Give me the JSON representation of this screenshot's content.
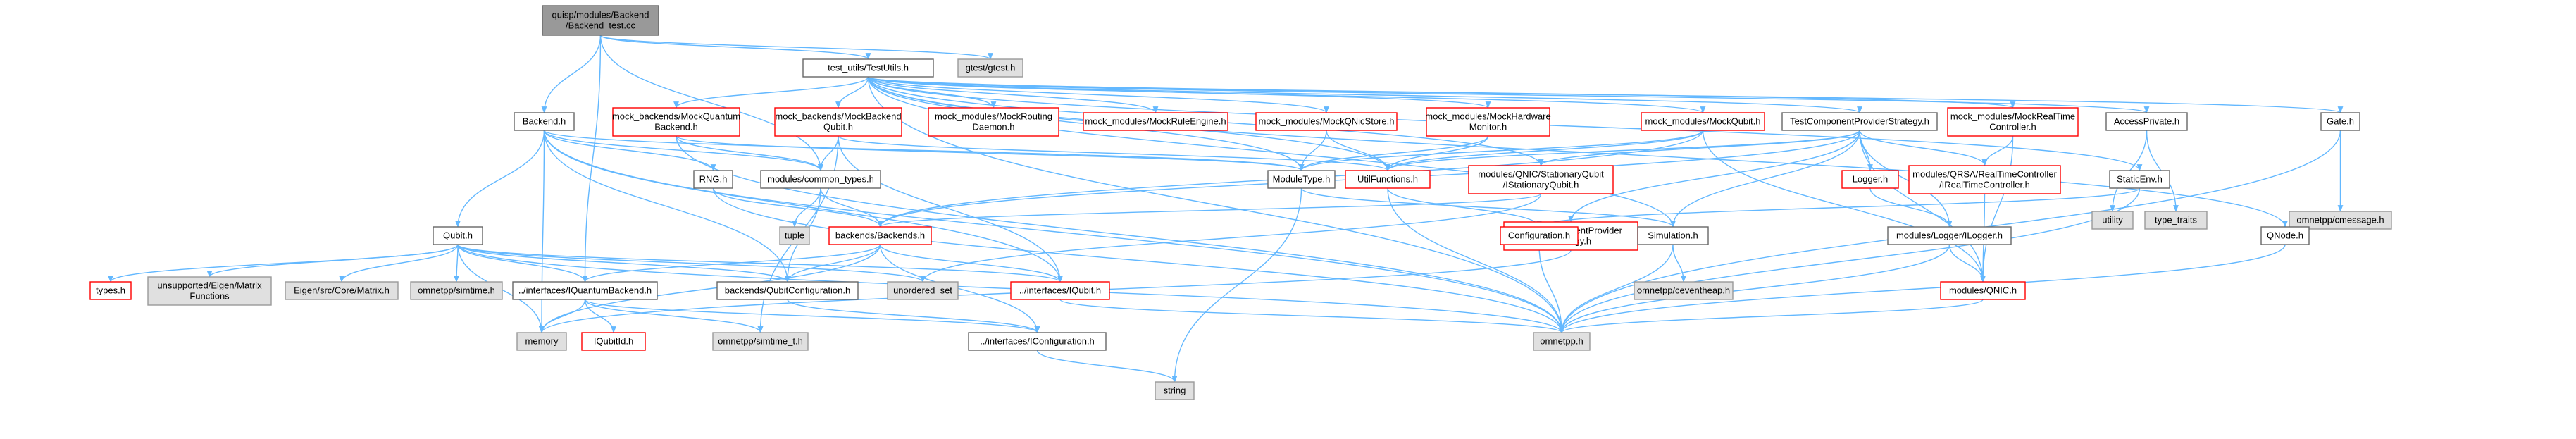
{
  "colors": {
    "edge": "#63b8ff",
    "root_fill": "#999999",
    "normal_fill": "#ffffff",
    "normal_border": "#666666",
    "truncated_border": "#ff0000",
    "external_fill": "#e0e0e0",
    "external_border": "#999999",
    "text": "#000000"
  },
  "nodes": [
    {
      "id": "root",
      "lines": [
        "quisp/modules/Backend",
        "/Backend_test.cc"
      ],
      "style": "root"
    },
    {
      "id": "testutils",
      "lines": [
        "test_utils/TestUtils.h"
      ],
      "style": "normal"
    },
    {
      "id": "gtest",
      "lines": [
        "gtest/gtest.h"
      ],
      "style": "external"
    },
    {
      "id": "backend",
      "lines": [
        "Backend.h"
      ],
      "style": "normal"
    },
    {
      "id": "mbmq",
      "lines": [
        "mock_backends/MockQuantum",
        "Backend.h"
      ],
      "style": "truncated"
    },
    {
      "id": "mbmbq",
      "lines": [
        "mock_backends/MockBackend",
        "Qubit.h"
      ],
      "style": "truncated"
    },
    {
      "id": "mmrd",
      "lines": [
        "mock_modules/MockRouting",
        "Daemon.h"
      ],
      "style": "truncated"
    },
    {
      "id": "mmre",
      "lines": [
        "mock_modules/MockRuleEngine.h"
      ],
      "style": "truncated"
    },
    {
      "id": "mmqns",
      "lines": [
        "mock_modules/MockQNicStore.h"
      ],
      "style": "truncated"
    },
    {
      "id": "mmhm",
      "lines": [
        "mock_modules/MockHardware",
        "Monitor.h"
      ],
      "style": "truncated"
    },
    {
      "id": "mmq",
      "lines": [
        "mock_modules/MockQubit.h"
      ],
      "style": "truncated"
    },
    {
      "id": "tcps",
      "lines": [
        "TestComponentProviderStrategy.h"
      ],
      "style": "normal"
    },
    {
      "id": "mmrtc",
      "lines": [
        "mock_modules/MockRealTime",
        "Controller.h"
      ],
      "style": "truncated"
    },
    {
      "id": "accessprivate",
      "lines": [
        "AccessPrivate.h"
      ],
      "style": "normal"
    },
    {
      "id": "gate",
      "lines": [
        "Gate.h"
      ],
      "style": "normal"
    },
    {
      "id": "rng",
      "lines": [
        "RNG.h"
      ],
      "style": "normal"
    },
    {
      "id": "commontypes",
      "lines": [
        "modules/common_types.h"
      ],
      "style": "normal"
    },
    {
      "id": "moduletype",
      "lines": [
        "ModuleType.h"
      ],
      "style": "normal"
    },
    {
      "id": "utilfunctions",
      "lines": [
        "UtilFunctions.h"
      ],
      "style": "truncated"
    },
    {
      "id": "stationary",
      "lines": [
        "modules/QNIC/StationaryQubit",
        "/IStationaryQubit.h"
      ],
      "style": "truncated"
    },
    {
      "id": "logger",
      "lines": [
        "Logger.h"
      ],
      "style": "truncated"
    },
    {
      "id": "irtc",
      "lines": [
        "modules/QRSA/RealTimeController",
        "/IRealTimeController.h"
      ],
      "style": "truncated"
    },
    {
      "id": "staticenv",
      "lines": [
        "StaticEnv.h"
      ],
      "style": "normal"
    },
    {
      "id": "utility",
      "lines": [
        "utility"
      ],
      "style": "external"
    },
    {
      "id": "typetraits",
      "lines": [
        "type_traits"
      ],
      "style": "external"
    },
    {
      "id": "cmessage",
      "lines": [
        "omnetpp/cmessage.h"
      ],
      "style": "external"
    },
    {
      "id": "qubit",
      "lines": [
        "Qubit.h"
      ],
      "style": "normal"
    },
    {
      "id": "tuple",
      "lines": [
        "tuple"
      ],
      "style": "external"
    },
    {
      "id": "backends",
      "lines": [
        "backends/Backends.h"
      ],
      "style": "truncated"
    },
    {
      "id": "icps",
      "lines": [
        "utils/IComponentProvider",
        "Strategy.h"
      ],
      "style": "truncated"
    },
    {
      "id": "configuration",
      "lines": [
        "Configuration.h"
      ],
      "style": "truncated"
    },
    {
      "id": "simulation",
      "lines": [
        "Simulation.h"
      ],
      "style": "normal"
    },
    {
      "id": "iloggers",
      "lines": [
        "modules/Logger/ILogger.h"
      ],
      "style": "normal"
    },
    {
      "id": "qnode",
      "lines": [
        "QNode.h"
      ],
      "style": "normal"
    },
    {
      "id": "types",
      "lines": [
        "types.h"
      ],
      "style": "truncated"
    },
    {
      "id": "eigenfunc",
      "lines": [
        "unsupported/Eigen/Matrix",
        "Functions"
      ],
      "style": "external"
    },
    {
      "id": "eigencore",
      "lines": [
        "Eigen/src/Core/Matrix.h"
      ],
      "style": "external"
    },
    {
      "id": "simtime",
      "lines": [
        "omnetpp/simtime.h"
      ],
      "style": "external"
    },
    {
      "id": "iqb",
      "lines": [
        "../interfaces/IQuantumBackend.h"
      ],
      "style": "normal"
    },
    {
      "id": "qubitconfig",
      "lines": [
        "backends/QubitConfiguration.h"
      ],
      "style": "normal"
    },
    {
      "id": "unordered",
      "lines": [
        "unordered_set"
      ],
      "style": "external"
    },
    {
      "id": "iqubit",
      "lines": [
        "../interfaces/IQubit.h"
      ],
      "style": "truncated"
    },
    {
      "id": "ceventheap",
      "lines": [
        "omnetpp/ceventheap.h"
      ],
      "style": "external"
    },
    {
      "id": "qnic",
      "lines": [
        "modules/QNIC.h"
      ],
      "style": "truncated"
    },
    {
      "id": "memory",
      "lines": [
        "memory"
      ],
      "style": "external"
    },
    {
      "id": "iqubitid",
      "lines": [
        "IQubitId.h"
      ],
      "style": "truncated"
    },
    {
      "id": "simtime_t",
      "lines": [
        "omnetpp/simtime_t.h"
      ],
      "style": "external"
    },
    {
      "id": "iconfig",
      "lines": [
        "../interfaces/IConfiguration.h"
      ],
      "style": "normal"
    },
    {
      "id": "omnetpp",
      "lines": [
        "omnetpp.h"
      ],
      "style": "external"
    },
    {
      "id": "string",
      "lines": [
        "string"
      ],
      "style": "external"
    }
  ],
  "edges": [
    [
      "root",
      "testutils"
    ],
    [
      "root",
      "gtest"
    ],
    [
      "root",
      "backend"
    ],
    [
      "root",
      "commontypes"
    ],
    [
      "root",
      "iqb"
    ],
    [
      "testutils",
      "mbmq"
    ],
    [
      "testutils",
      "mbmbq"
    ],
    [
      "testutils",
      "mmrd"
    ],
    [
      "testutils",
      "mmre"
    ],
    [
      "testutils",
      "mmqns"
    ],
    [
      "testutils",
      "mmhm"
    ],
    [
      "testutils",
      "mmq"
    ],
    [
      "testutils",
      "tcps"
    ],
    [
      "testutils",
      "mmrtc"
    ],
    [
      "testutils",
      "accessprivate"
    ],
    [
      "testutils",
      "gate"
    ],
    [
      "testutils",
      "qnode"
    ],
    [
      "testutils",
      "staticenv"
    ],
    [
      "testutils",
      "moduletype"
    ],
    [
      "testutils",
      "utilfunctions"
    ],
    [
      "testutils",
      "simulation"
    ],
    [
      "testutils",
      "stationary"
    ],
    [
      "testutils",
      "omnetpp"
    ],
    [
      "backend",
      "qubit"
    ],
    [
      "backend",
      "rng"
    ],
    [
      "backend",
      "commontypes"
    ],
    [
      "backend",
      "moduletype"
    ],
    [
      "backend",
      "qubitconfig"
    ],
    [
      "backend",
      "iqubit"
    ],
    [
      "backend",
      "memory"
    ],
    [
      "backend",
      "omnetpp"
    ],
    [
      "mbmq",
      "commontypes"
    ],
    [
      "mbmq",
      "moduletype"
    ],
    [
      "mbmq",
      "omnetpp"
    ],
    [
      "mbmbq",
      "commontypes"
    ],
    [
      "mbmbq",
      "iqubit"
    ],
    [
      "mbmbq",
      "simtime_t"
    ],
    [
      "mbmbq",
      "utilfunctions"
    ],
    [
      "mmqns",
      "moduletype"
    ],
    [
      "mmqns",
      "utilfunctions"
    ],
    [
      "mmhm",
      "moduletype"
    ],
    [
      "mmhm",
      "utilfunctions"
    ],
    [
      "mmq",
      "moduletype"
    ],
    [
      "mmq",
      "utilfunctions"
    ],
    [
      "mmq",
      "backends"
    ],
    [
      "mmq",
      "qnic"
    ],
    [
      "tcps",
      "utilfunctions"
    ],
    [
      "tcps",
      "stationary"
    ],
    [
      "tcps",
      "logger"
    ],
    [
      "tcps",
      "irtc"
    ],
    [
      "tcps",
      "iloggers"
    ],
    [
      "tcps",
      "icps"
    ],
    [
      "tcps",
      "qnic"
    ],
    [
      "tcps",
      "simulation"
    ],
    [
      "tcps",
      "backends"
    ],
    [
      "mmrtc",
      "irtc"
    ],
    [
      "mmrtc",
      "qnic"
    ],
    [
      "accessprivate",
      "utility"
    ],
    [
      "accessprivate",
      "typetraits"
    ],
    [
      "gate",
      "cmessage"
    ],
    [
      "gate",
      "omnetpp"
    ],
    [
      "rng",
      "backends"
    ],
    [
      "rng",
      "omnetpp"
    ],
    [
      "commontypes",
      "tuple"
    ],
    [
      "commontypes",
      "backends"
    ],
    [
      "commontypes",
      "qubitconfig"
    ],
    [
      "moduletype",
      "string"
    ],
    [
      "moduletype",
      "simulation"
    ],
    [
      "utilfunctions",
      "configuration"
    ],
    [
      "utilfunctions",
      "omnetpp"
    ],
    [
      "stationary",
      "backends"
    ],
    [
      "stationary",
      "unordered"
    ],
    [
      "logger",
      "iloggers"
    ],
    [
      "irtc",
      "qnic"
    ],
    [
      "staticenv",
      "configuration"
    ],
    [
      "staticenv",
      "omnetpp"
    ],
    [
      "qubit",
      "types"
    ],
    [
      "qubit",
      "eigenfunc"
    ],
    [
      "qubit",
      "eigencore"
    ],
    [
      "qubit",
      "simtime"
    ],
    [
      "qubit",
      "iqb"
    ],
    [
      "qubit",
      "qubitconfig"
    ],
    [
      "qubit",
      "unordered"
    ],
    [
      "qubit",
      "iqubit"
    ],
    [
      "qubit",
      "memory"
    ],
    [
      "qubit",
      "omnetpp"
    ],
    [
      "backends",
      "iqb"
    ],
    [
      "backends",
      "qubitconfig"
    ],
    [
      "backends",
      "iqubit"
    ],
    [
      "backends",
      "memory"
    ],
    [
      "backends",
      "iconfig"
    ],
    [
      "icps",
      "memory"
    ],
    [
      "configuration",
      "omnetpp"
    ],
    [
      "simulation",
      "ceventheap"
    ],
    [
      "simulation",
      "omnetpp"
    ],
    [
      "iloggers",
      "qnic"
    ],
    [
      "iloggers",
      "omnetpp"
    ],
    [
      "qnode",
      "omnetpp"
    ],
    [
      "iqb",
      "memory"
    ],
    [
      "iqb",
      "iqubitid"
    ],
    [
      "iqb",
      "simtime_t"
    ],
    [
      "iqb",
      "iconfig"
    ],
    [
      "qubitconfig",
      "iconfig"
    ],
    [
      "iqubit",
      "omnetpp"
    ],
    [
      "qnic",
      "omnetpp"
    ],
    [
      "iconfig",
      "string"
    ]
  ]
}
